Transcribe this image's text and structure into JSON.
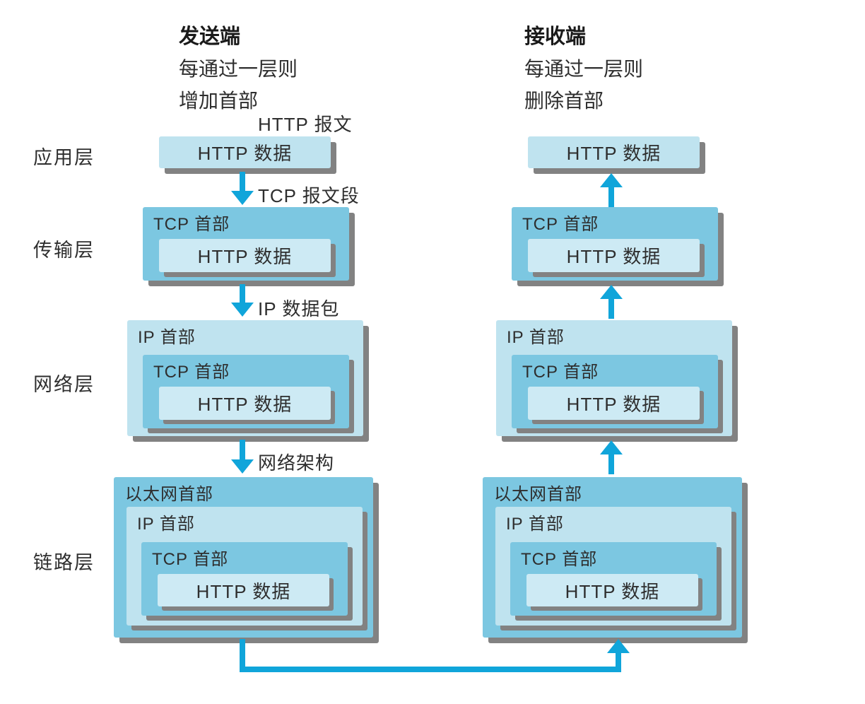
{
  "title_blocks": {
    "sender": {
      "title": "发送端",
      "line1": "每通过一层则",
      "line2": "增加首部"
    },
    "receiver": {
      "title": "接收端",
      "line1": "每通过一层则",
      "line2": "删除首部"
    }
  },
  "layer_labels": [
    {
      "label": "应用层"
    },
    {
      "label": "传输层"
    },
    {
      "label": "网络层"
    },
    {
      "label": "链路层"
    }
  ],
  "arrow_labels": {
    "http_message": "HTTP 报文",
    "tcp_segment": "TCP 报文段",
    "ip_packet": "IP 数据包",
    "network_arch": "网络架构"
  },
  "box_labels": {
    "http_data": "HTTP 数据",
    "tcp_header": "TCP 首部",
    "ip_header": "IP 首部",
    "ethernet_header": "以太网首部"
  },
  "colors": {
    "medium_blue": "#7CC7E1",
    "light_blue": "#BFE3EF",
    "lighter_blue": "#CDEAF4",
    "arrow_blue": "#10A5DA",
    "shadow_gray": "#828282",
    "text_dark": "#2E2E2E"
  }
}
